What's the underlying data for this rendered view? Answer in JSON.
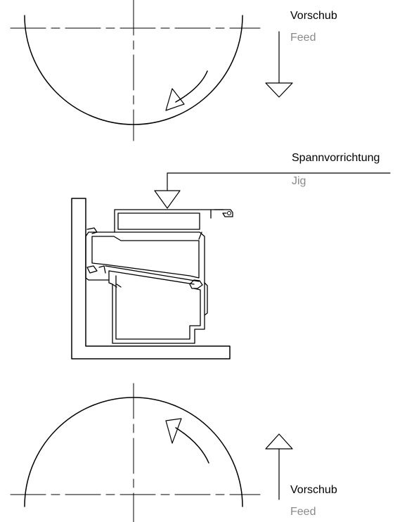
{
  "labels": {
    "feed_top": {
      "de": "Vorschub",
      "en": "Feed"
    },
    "jig": {
      "de": "Spannvorrichtung",
      "en": "Jig"
    },
    "feed_bottom": {
      "de": "Vorschub",
      "en": "Feed"
    }
  },
  "colors": {
    "line": "#000000",
    "translation": "#8a8a8a"
  }
}
